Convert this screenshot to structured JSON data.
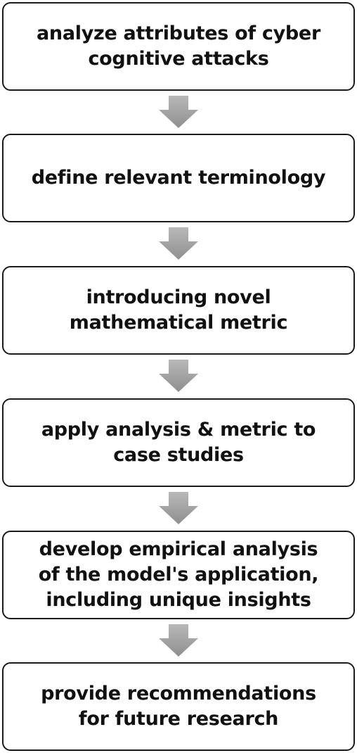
{
  "colors": {
    "box_border": "#1a1a1a",
    "box_fill": "#ffffff",
    "text": "#111111",
    "arrow_top": "#b8b8b8",
    "arrow_bottom": "#8f8f8f"
  },
  "steps": [
    {
      "label": "analyze attributes of cyber\ncognitive attacks"
    },
    {
      "label": "define relevant terminology"
    },
    {
      "label": "introducing novel\nmathematical metric"
    },
    {
      "label": "apply analysis & metric to\ncase studies"
    },
    {
      "label": "develop empirical analysis\nof the model's application,\nincluding unique insights"
    },
    {
      "label": "provide recommendations\nfor future research"
    }
  ],
  "connectors": [
    {
      "icon": "down-arrow-icon"
    },
    {
      "icon": "down-arrow-icon"
    },
    {
      "icon": "down-arrow-icon"
    },
    {
      "icon": "down-arrow-icon"
    },
    {
      "icon": "down-arrow-icon"
    }
  ]
}
